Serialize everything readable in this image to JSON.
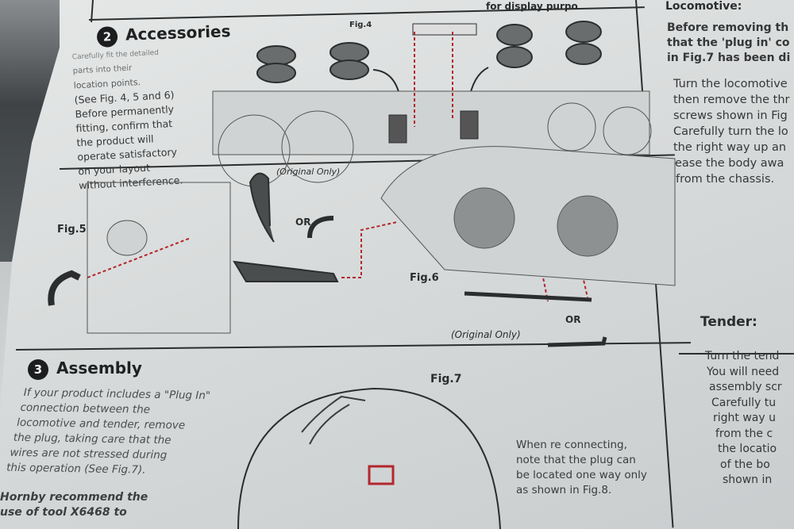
{
  "top_cut_text": "for display purpo",
  "accessories": {
    "number": "2",
    "title": "Accessories",
    "fig_label": "Fig.4",
    "paragraph": [
      "Carefully fit the detailed",
      "parts into their",
      "location points.",
      "(See Fig. 4, 5 and 6)",
      "Before permanently",
      "fitting, confirm that",
      "the product will",
      "operate satisfactory",
      "on your layout",
      "without interference."
    ]
  },
  "figures": {
    "fig5": "Fig.5",
    "fig6": "Fig.6",
    "original_only_1": "(Original Only)",
    "original_only_2": "(Original Only)",
    "or_1": "OR",
    "or_2": "OR"
  },
  "assembly": {
    "number": "3",
    "title": "Assembly",
    "paragraph": [
      "If your product includes a \"Plug In\"",
      "connection between the",
      "locomotive and tender, remove",
      "the plug, taking care that the",
      "wires are not stressed during",
      "this operation (See Fig.7)."
    ],
    "recommend": [
      "Hornby recommend the",
      "use of tool X6468 to"
    ],
    "fig_label": "Fig.7",
    "reconnect": [
      "When re connecting,",
      "note that the plug can",
      "be located one way only",
      "as shown in Fig.8."
    ]
  },
  "locomotive": {
    "title": "Locomotive:",
    "warning": [
      "Before removing th",
      "that the 'plug in' co",
      "in Fig.7 has been di"
    ],
    "paragraph": [
      "Turn the locomotive",
      "then remove the thr",
      "screws shown in Fig",
      "Carefully turn the lo",
      "the right way up an",
      "ease the body awa",
      "from the chassis."
    ]
  },
  "tender": {
    "title": "Tender:",
    "paragraph": [
      "Turn the tend",
      "You will need",
      "assembly scr",
      "Carefully tu",
      "right way u",
      "from the c",
      "the locatio",
      "of the bo",
      "shown in"
    ]
  },
  "colors": {
    "red_dash": "#b3262d",
    "ink": "#2b2d2e"
  }
}
